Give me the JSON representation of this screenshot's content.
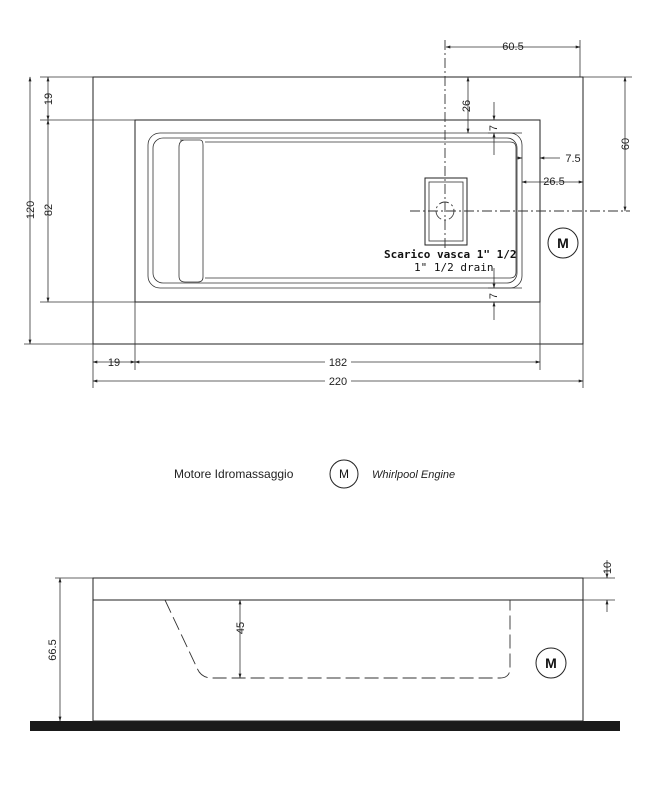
{
  "top_view": {
    "dims": {
      "total_length": "220",
      "inner_length": "182",
      "left_margin": "19",
      "total_width": "120",
      "inner_width": "82",
      "top_margin": "19",
      "drain_offset_x": "60.5",
      "drain_offset_y": "60",
      "drain_to_basin_x": "26.5",
      "drain_to_basin_y": "26",
      "rim_top": "7",
      "rim_bottom": "7",
      "rim_right": "7.5"
    },
    "drain_label_it": "Scarico vasca 1\" 1/2",
    "drain_label_en": "1\" 1/2  drain",
    "motor_symbol": "M"
  },
  "legend": {
    "motor_label_it": "Motore Idromassaggio",
    "motor_symbol": "M",
    "motor_label_en": "Whirlpool Engine"
  },
  "side_view": {
    "dims": {
      "total_height": "66.5",
      "basin_depth": "45",
      "rim_height": "10"
    },
    "motor_symbol": "M"
  }
}
